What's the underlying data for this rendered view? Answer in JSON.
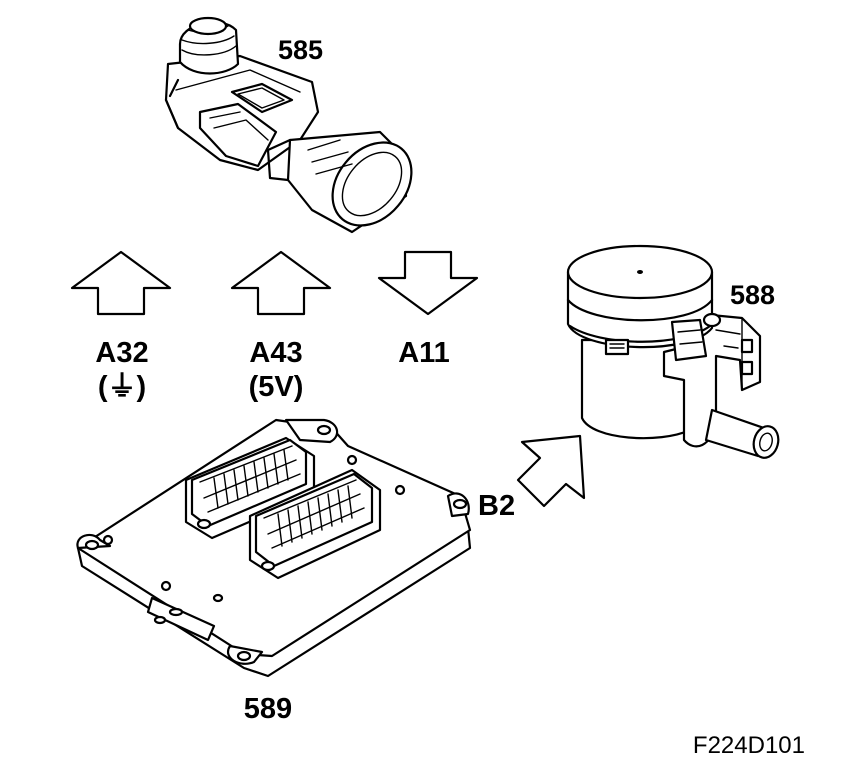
{
  "components": {
    "map_sensor": {
      "number": "585"
    },
    "purge_valve": {
      "number": "588"
    },
    "control_module": {
      "number": "589"
    }
  },
  "signals": {
    "a32": {
      "pin": "A32",
      "note": "(⏚)",
      "direction": "up"
    },
    "a43": {
      "pin": "A43",
      "note": "(5V)",
      "direction": "up"
    },
    "a11": {
      "pin": "A11",
      "direction": "down"
    },
    "b2": {
      "pin": "B2",
      "direction": "up-right"
    }
  },
  "figure_code": "F224D101"
}
